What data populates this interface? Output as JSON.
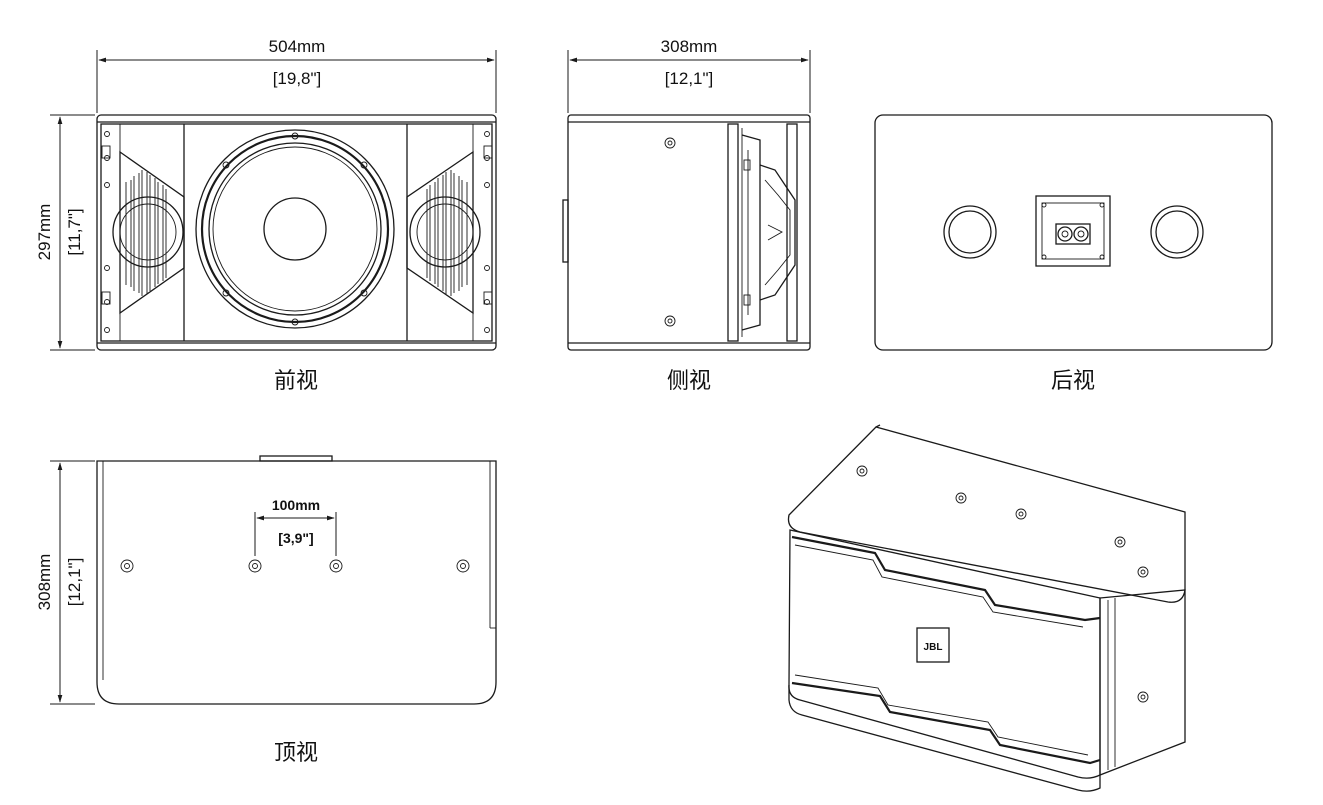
{
  "views": {
    "front": "前视",
    "side": "侧视",
    "rear": "后视",
    "top": "顶视"
  },
  "dimensions": {
    "front_width_mm": "504mm",
    "front_width_in": "[19,8\"]",
    "front_height_mm": "297mm",
    "front_height_in": "[11,7\"]",
    "side_depth_mm": "308mm",
    "side_depth_in": "[12,1\"]",
    "top_depth_mm": "308mm",
    "top_depth_in": "[12,1\"]",
    "mount_spacing_mm": "100mm",
    "mount_spacing_in": "[3,9\"]"
  },
  "brand": "JBL"
}
